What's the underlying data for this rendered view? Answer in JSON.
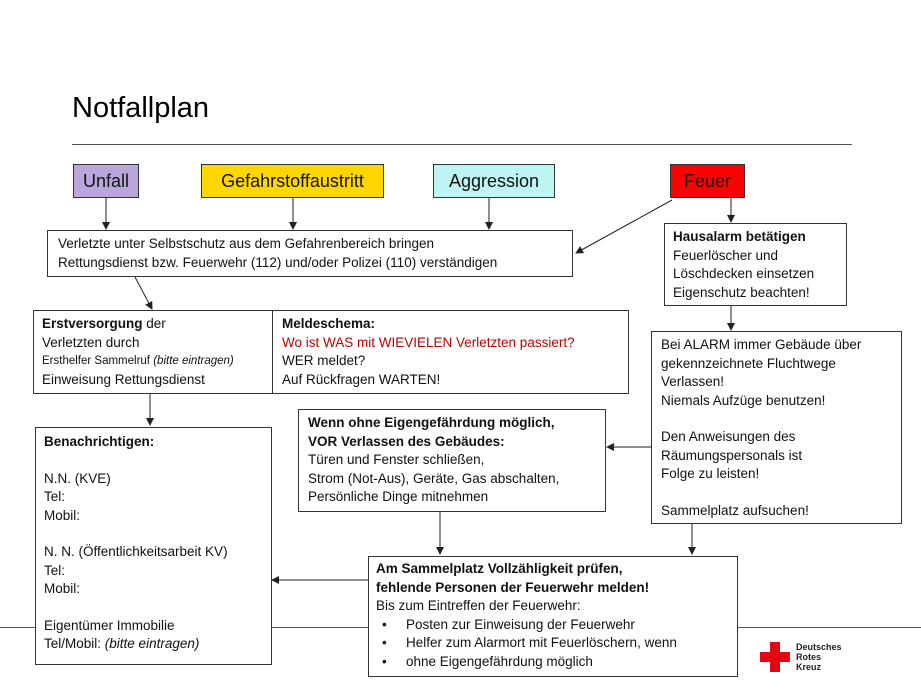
{
  "title": "Notfallplan",
  "categories": {
    "unfall": {
      "label": "Unfall",
      "color": "#b9a7dc"
    },
    "gefahrstoff": {
      "label": "Gefahrstoffaustritt",
      "color": "#ffd700"
    },
    "aggression": {
      "label": "Aggression",
      "color": "#bdf4f4"
    },
    "feuer": {
      "label": "Feuer",
      "color": "#ff0000"
    }
  },
  "box_verletzte": {
    "l1": "Verletzte unter Selbstschutz aus dem Gefahrenbereich bringen",
    "l2": "Rettungsdienst bzw. Feuerwehr (112) und/oder Polizei (110) verständigen"
  },
  "box_hausalarm": {
    "l1": "Hausalarm betätigen",
    "l2": "Feuerlöscher und",
    "l3": "Löschdecken einsetzen",
    "l4": "Eigenschutz beachten!"
  },
  "box_erstversorgung": {
    "l1_bold": "Erstversorgung",
    "l1_rest": " der",
    "l2": "Verletzten durch",
    "l3": "Ersthelfer Sammelruf",
    "l3_italic": "(bitte eintragen)",
    "l4": "Einweisung Rettungsdienst"
  },
  "box_meldeschema": {
    "l1": "Meldeschema:",
    "l2": "Wo ist WAS mit WIEVIELEN Verletzten passiert?",
    "l3": "WER meldet?",
    "l4": "Auf Rückfragen WARTEN!"
  },
  "box_alarm": {
    "l1": "Bei ALARM immer Gebäude über",
    "l2": "gekennzeichnete Fluchtwege",
    "l3": "Verlassen!",
    "l4": "Niemals Aufzüge benutzen!",
    "l5": "Den Anweisungen des",
    "l6": "Räumungspersonals ist",
    "l7": "Folge zu leisten!",
    "l8": "Sammelplatz aufsuchen!"
  },
  "box_benachrichtigen": {
    "l1": "Benachrichtigen:",
    "l2": "N.N. (KVE)",
    "l3": "Tel:",
    "l4": "Mobil:",
    "l5": "N. N. (Öffentlichkeitsarbeit KV)",
    "l6": "Tel:",
    "l7": "Mobil:",
    "l8": "Eigentümer Immobilie",
    "l9_prefix": "Tel/Mobil:",
    "l9_italic": "(bitte eintragen)"
  },
  "box_ohne": {
    "l1": "Wenn ohne Eigengefährdung möglich,",
    "l2": "VOR Verlassen des Gebäudes:",
    "l3": "Türen und Fenster schließen,",
    "l4": "Strom (Not-Aus), Geräte, Gas abschalten,",
    "l5": "Persönliche Dinge mitnehmen"
  },
  "box_sammelplatz": {
    "l1": "Am Sammelplatz Vollzähligkeit prüfen,",
    "l2": "fehlende Personen der Feuerwehr melden!",
    "l3": "Bis zum Eintreffen der Feuerwehr:",
    "bullets": [
      "Posten zur Einweisung der Feuerwehr",
      "Helfer zum Alarmort mit Feuerlöschern, wenn",
      "ohne Eigengefährdung möglich"
    ]
  },
  "logo": {
    "l1": "Deutsches",
    "l2": "Rotes",
    "l3": "Kreuz",
    "cross_color": "#e30613"
  }
}
